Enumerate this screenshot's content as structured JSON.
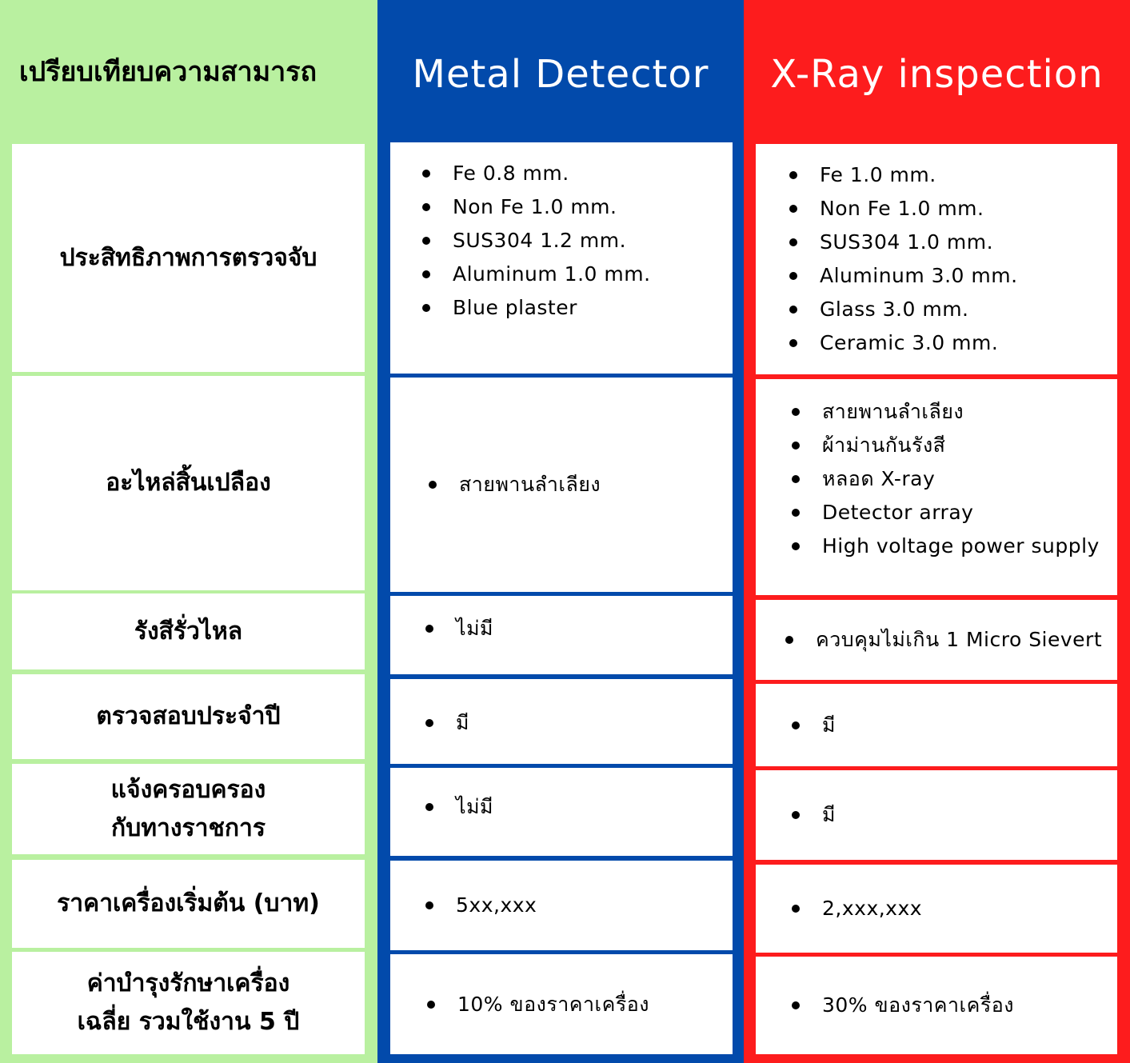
{
  "header": {
    "label_title": "เปรียบเทียบความสามารถ",
    "metal_title": "Metal Detector",
    "xray_title": "X-Ray inspection"
  },
  "rows": [
    {
      "label": "ประสิทธิภาพการตรวจจับ",
      "metal": [
        "Fe 0.8 mm.",
        "Non Fe 1.0 mm.",
        "SUS304 1.2 mm.",
        "Aluminum 1.0 mm.",
        "Blue plaster"
      ],
      "xray": [
        "Fe 1.0 mm.",
        "Non Fe 1.0 mm.",
        "SUS304 1.0 mm.",
        "Aluminum 3.0 mm.",
        "Glass 3.0 mm.",
        "Ceramic 3.0 mm."
      ]
    },
    {
      "label": "อะไหล่สิ้นเปลือง",
      "metal": [
        "สายพานลำเลียง"
      ],
      "xray": [
        "สายพานลำเลียง",
        "ผ้าม่านกันรังสี",
        "หลอด X-ray",
        "Detector array",
        "High voltage power supply"
      ]
    },
    {
      "label": "รังสีรั่วไหล",
      "metal": [
        "ไม่มี"
      ],
      "xray": [
        "ควบคุมไม่เกิน 1 Micro Sievert"
      ]
    },
    {
      "label": "ตรวจสอบประจำปี",
      "metal": [
        "มี"
      ],
      "xray": [
        "มี"
      ]
    },
    {
      "label_lines": [
        "แจ้งครอบครอง",
        "กับทางราชการ"
      ],
      "metal": [
        "ไม่มี"
      ],
      "xray": [
        "มี"
      ]
    },
    {
      "label": "ราคาเครื่องเริ่มต้น (บาท)",
      "metal": [
        "5xx,xxx"
      ],
      "xray": [
        "2,xxx,xxx"
      ]
    },
    {
      "label_lines": [
        "ค่าบำรุงรักษาเครื่อง",
        "เฉลี่ย รวมใช้งาน 5 ปี"
      ],
      "metal": [
        "10% ของราคาเครื่อง"
      ],
      "xray": [
        "30% ของราคาเครื่อง"
      ]
    }
  ],
  "colors": {
    "label_bg": "#b9f0a0",
    "metal_bg": "#024aab",
    "xray_bg": "#fd1c1d"
  }
}
